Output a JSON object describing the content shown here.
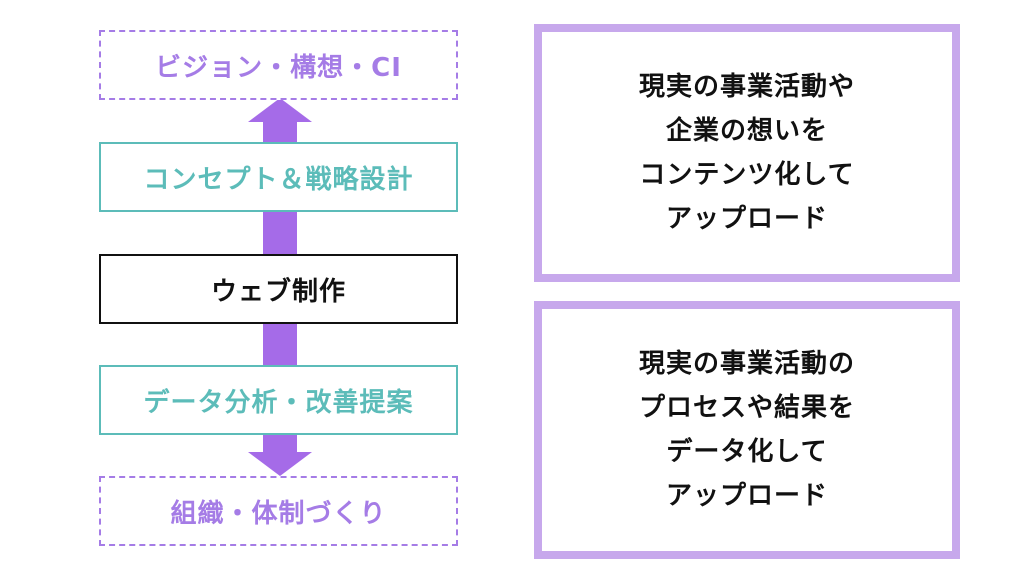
{
  "flow": {
    "vision": "ビジョン・構想・CI",
    "concept": "コンセプト＆戦略設計",
    "web": "ウェブ制作",
    "data": "データ分析・改善提案",
    "org": "組織・体制づくり"
  },
  "panels": [
    {
      "lines": [
        "現実の事業活動や",
        "企業の想いを",
        "コンテンツ化して",
        "アップロード"
      ]
    },
    {
      "lines": [
        "現実の事業活動の",
        "プロセスや結果を",
        "データ化して",
        "アップロード"
      ]
    }
  ],
  "colors": {
    "dashed_purple": "#a57ce6",
    "teal": "#5cbcb9",
    "arrow_purple": "#a56be8",
    "panel_border": "#c7a8ec",
    "text": "#111111"
  }
}
